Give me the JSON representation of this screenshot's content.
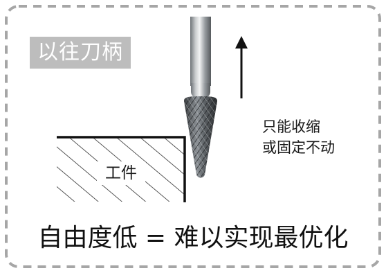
{
  "badge": {
    "text": "以往刀柄",
    "bg_color": "#bdbdbd"
  },
  "motion_note": {
    "line1": "只能收缩",
    "line2": "或固定不动"
  },
  "workpiece": {
    "label": "工件"
  },
  "conclusion": {
    "text": "自由度低 = 难以实现最优化"
  },
  "colors": {
    "frame_dash": "#a6a6a6",
    "ink": "#111111"
  }
}
